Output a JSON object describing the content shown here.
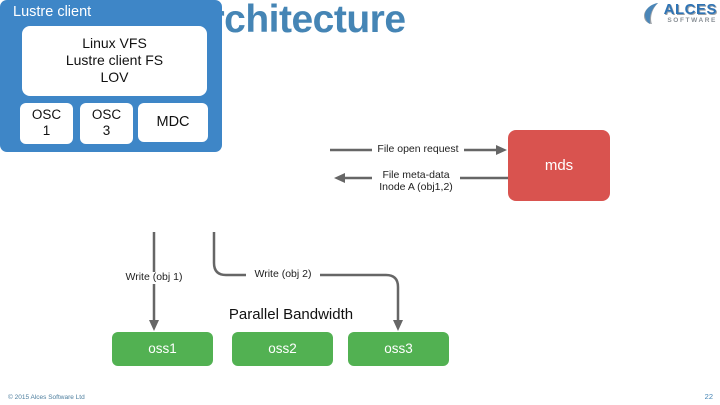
{
  "slide": {
    "title": "Example Architecture",
    "footer": "© 2015 Alces Software Ltd",
    "page_number": "22"
  },
  "logo": {
    "name": "ALCES",
    "subtext": "SOFTWARE"
  },
  "diagram": {
    "client": {
      "label": "Lustre client",
      "stack": [
        "Linux VFS",
        "Lustre client FS",
        "LOV"
      ],
      "osc1": {
        "line1": "OSC",
        "line2": "1"
      },
      "osc3": {
        "line1": "OSC",
        "line2": "3"
      },
      "mdc": "MDC"
    },
    "mds_label": "mds",
    "oss": [
      "oss1",
      "oss2",
      "oss3"
    ],
    "labels": {
      "file_open_request": "File open request",
      "file_meta_line1": "File meta-data",
      "file_meta_line2": "Inode A (obj1,2)",
      "write_obj1": "Write (obj 1)",
      "write_obj2": "Write (obj 2)",
      "parallel_bandwidth": "Parallel Bandwidth"
    }
  },
  "colors": {
    "title_blue": "#4585b5",
    "client_blue": "#3e86c7",
    "mds_red": "#d9534f",
    "oss_green": "#52b152",
    "arrow_gray": "#666666",
    "logo_blue": "#2f74b5",
    "logo_gray": "#8a9096",
    "footer_blue": "#4d7e9e"
  }
}
